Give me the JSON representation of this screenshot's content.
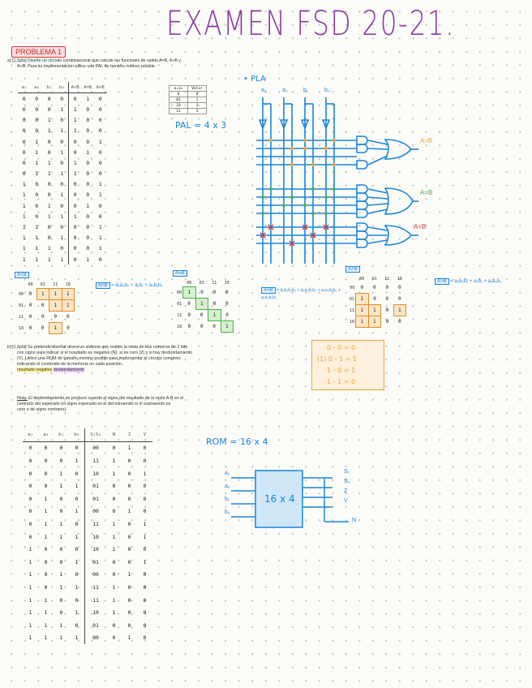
{
  "title": "EXAMEN FSD 20-21.",
  "problem_tag": "PROBLEMA 1",
  "part_a": {
    "num": "a)",
    "text_line1": "[1,5pts] Diseñe un circuito combinacional que calcule las funciones de salida A=B, A>B y",
    "text_line2": "A<B. Para su implementación utilice una PAL de tamaño mínimo posible."
  },
  "truth_table_1": {
    "headers": [
      "a₁",
      "a₀",
      "b₁",
      "b₀",
      "A<B",
      "A=B",
      "A>B"
    ],
    "rows": [
      [
        "0",
        "0",
        "0",
        "0",
        "0",
        "1",
        "0"
      ],
      [
        "0",
        "0",
        "0",
        "1",
        "1",
        "0",
        "0"
      ],
      [
        "0",
        "0",
        "1",
        "0",
        "1",
        "0",
        "0"
      ],
      [
        "0",
        "0",
        "1",
        "1",
        "1",
        "0",
        "0"
      ],
      [
        "0",
        "1",
        "0",
        "0",
        "0",
        "0",
        "1"
      ],
      [
        "0",
        "1",
        "0",
        "1",
        "0",
        "1",
        "0"
      ],
      [
        "0",
        "1",
        "1",
        "0",
        "1",
        "0",
        "0"
      ],
      [
        "0",
        "1",
        "1",
        "1",
        "1",
        "0",
        "0"
      ],
      [
        "1",
        "0",
        "0",
        "0",
        "0",
        "0",
        "1"
      ],
      [
        "1",
        "0",
        "0",
        "1",
        "0",
        "0",
        "1"
      ],
      [
        "1",
        "0",
        "1",
        "0",
        "0",
        "1",
        "0"
      ],
      [
        "1",
        "0",
        "1",
        "1",
        "1",
        "0",
        "0"
      ],
      [
        "1",
        "1",
        "0",
        "0",
        "0",
        "0",
        "1"
      ],
      [
        "1",
        "1",
        "0",
        "1",
        "0",
        "0",
        "1"
      ],
      [
        "1",
        "1",
        "1",
        "0",
        "0",
        "0",
        "1"
      ],
      [
        "1",
        "1",
        "1",
        "1",
        "0",
        "1",
        "0"
      ]
    ]
  },
  "mini_table": {
    "headers": [
      "a₁a₀",
      "Valor"
    ],
    "rows": [
      [
        "0",
        "0"
      ],
      [
        "01",
        "1"
      ],
      [
        "10",
        "2"
      ],
      [
        "11",
        "3"
      ]
    ]
  },
  "pla": {
    "label": "• PLA",
    "pal_size": "PAL = 4 x 3",
    "inputs": [
      "a₁",
      "a₀",
      "b₁",
      "b₀"
    ],
    "outputs": [
      "A>B",
      "A=B",
      "A<B"
    ]
  },
  "kmaps": [
    {
      "label": "A<B",
      "eq": "A<B",
      "expr": "= ā₁ā₀b₀ + ā₁b₁ + ā₀b₁b₀",
      "cols": [
        "00",
        "01",
        "11",
        "10"
      ],
      "rows": [
        "00",
        "01",
        "11",
        "10"
      ],
      "cells": [
        [
          "0",
          "1",
          "1",
          "1"
        ],
        [
          "0",
          "0",
          "1",
          "1"
        ],
        [
          "0",
          "0",
          "0",
          "0"
        ],
        [
          "0",
          "0",
          "1",
          "0"
        ]
      ]
    },
    {
      "label": "A=B",
      "eq": "A=B",
      "expr": "= ā₁ā₀b̄₁b̄₀ + ā₁a₀b̄₁b₀ + a₁a₀b₁b₀ + a₁ā₀b₁b̄₀",
      "cols": [
        "00",
        "01",
        "11",
        "10"
      ],
      "rows": [
        "00",
        "01",
        "11",
        "10"
      ],
      "cells": [
        [
          "1",
          "0",
          "0",
          "0"
        ],
        [
          "0",
          "1",
          "0",
          "0"
        ],
        [
          "0",
          "0",
          "1",
          "0"
        ],
        [
          "0",
          "0",
          "0",
          "1"
        ]
      ]
    },
    {
      "label": "A>B",
      "eq": "A>B",
      "expr": "= a₀b̄₁b̄₀ + a₁b̄₁ + a₁a₀b̄₀",
      "cols": [
        "00",
        "01",
        "11",
        "10"
      ],
      "rows": [
        "00",
        "01",
        "11",
        "10"
      ],
      "cells": [
        [
          "0",
          "0",
          "0",
          "0"
        ],
        [
          "1",
          "0",
          "0",
          "0"
        ],
        [
          "1",
          "1",
          "0",
          "1"
        ],
        [
          "1",
          "1",
          "0",
          "0"
        ]
      ]
    }
  ],
  "part_b": {
    "num": "b)",
    "line1": "[1,5pts] Se pretende diseñar ahora un sistema que realice la resta de dos números de 2 bits",
    "line2": "con signo para indicar si el resultado es negativo (N), si es cero (Z) y si hay desbordamiento",
    "line3": "(V). Utilice una ROM de tamaño mínimo posible para implementar el circuito completo",
    "line4": "indicando el contenido de la memoria en cada posición.",
    "hl_yellow": "resultado negativo",
    "hl_purple": "desbordamiento",
    "note_label": "Nota:",
    "note_line1": " El desbordamiento se produce cuando el signo del resultado de la resta A-B es el",
    "note_line2": "contrario del esperado (el signo esperado es el del minuendo si el sustraendo es",
    "note_line3": "cero o de signo contrario)."
  },
  "carry_box": [
    "0 - 0 = 0",
    "(1) 0 - 1 = 1",
    "1 - 0 = 1",
    "1 - 1 = 0"
  ],
  "truth_table_2": {
    "headers": [
      "a₁",
      "a₀",
      "b₁",
      "b₀",
      "S₁S₀",
      "N",
      "Z",
      "V"
    ],
    "rows": [
      [
        "0",
        "0",
        "0",
        "0",
        "00",
        "0",
        "1",
        "0"
      ],
      [
        "0",
        "0",
        "0",
        "1",
        "11",
        "1",
        "0",
        "0"
      ],
      [
        "0",
        "0",
        "1",
        "0",
        "10",
        "1",
        "0",
        "1"
      ],
      [
        "0",
        "0",
        "1",
        "1",
        "01",
        "0",
        "0",
        "0"
      ],
      [
        "0",
        "1",
        "0",
        "0",
        "01",
        "0",
        "0",
        "0"
      ],
      [
        "0",
        "1",
        "0",
        "1",
        "00",
        "0",
        "1",
        "0"
      ],
      [
        "0",
        "1",
        "1",
        "0",
        "11",
        "1",
        "0",
        "1"
      ],
      [
        "0",
        "1",
        "1",
        "1",
        "10",
        "1",
        "0",
        "1"
      ],
      [
        "1",
        "0",
        "0",
        "0",
        "10",
        "1",
        "0",
        "0"
      ],
      [
        "1",
        "0",
        "0",
        "1",
        "01",
        "0",
        "0",
        "1"
      ],
      [
        "1",
        "0",
        "1",
        "0",
        "00",
        "0",
        "1",
        "0"
      ],
      [
        "1",
        "0",
        "1",
        "1",
        "11",
        "1",
        "0",
        "0"
      ],
      [
        "1",
        "1",
        "0",
        "0",
        "11",
        "1",
        "0",
        "0"
      ],
      [
        "1",
        "1",
        "0",
        "1",
        "10",
        "1",
        "0",
        "0"
      ],
      [
        "1",
        "1",
        "1",
        "0",
        "01",
        "0",
        "0",
        "0"
      ],
      [
        "1",
        "1",
        "1",
        "1",
        "00",
        "0",
        "1",
        "0"
      ]
    ]
  },
  "rom": {
    "size_label": "ROM = 16 x 4",
    "block_label": "16 x 4",
    "inputs": [
      "a₁",
      "a₀",
      "b₁",
      "b₀"
    ],
    "outputs": [
      "S₁",
      "S₀",
      "Z",
      "V",
      "N"
    ]
  },
  "colors": {
    "title": "#8a3aa4",
    "ink_blue": "#1b86d9",
    "accent_orange": "#f0a23c",
    "tag_red": "#d63b3b"
  }
}
